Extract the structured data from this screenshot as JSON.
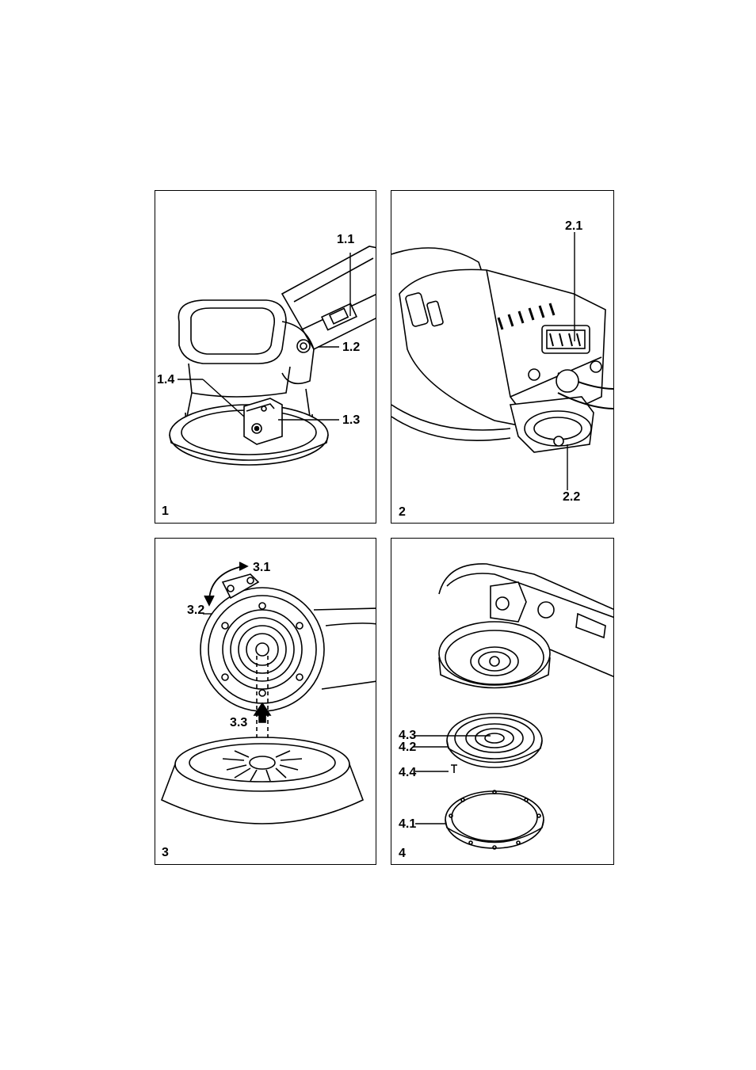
{
  "figures": [
    {
      "number": "1",
      "callouts": [
        "1.1",
        "1.2",
        "1.3",
        "1.4"
      ]
    },
    {
      "number": "2",
      "callouts": [
        "2.1",
        "2.2"
      ]
    },
    {
      "number": "3",
      "callouts": [
        "3.1",
        "3.2",
        "3.3"
      ]
    },
    {
      "number": "4",
      "callouts": [
        "4.1",
        "4.2",
        "4.3",
        "4.4"
      ]
    }
  ]
}
